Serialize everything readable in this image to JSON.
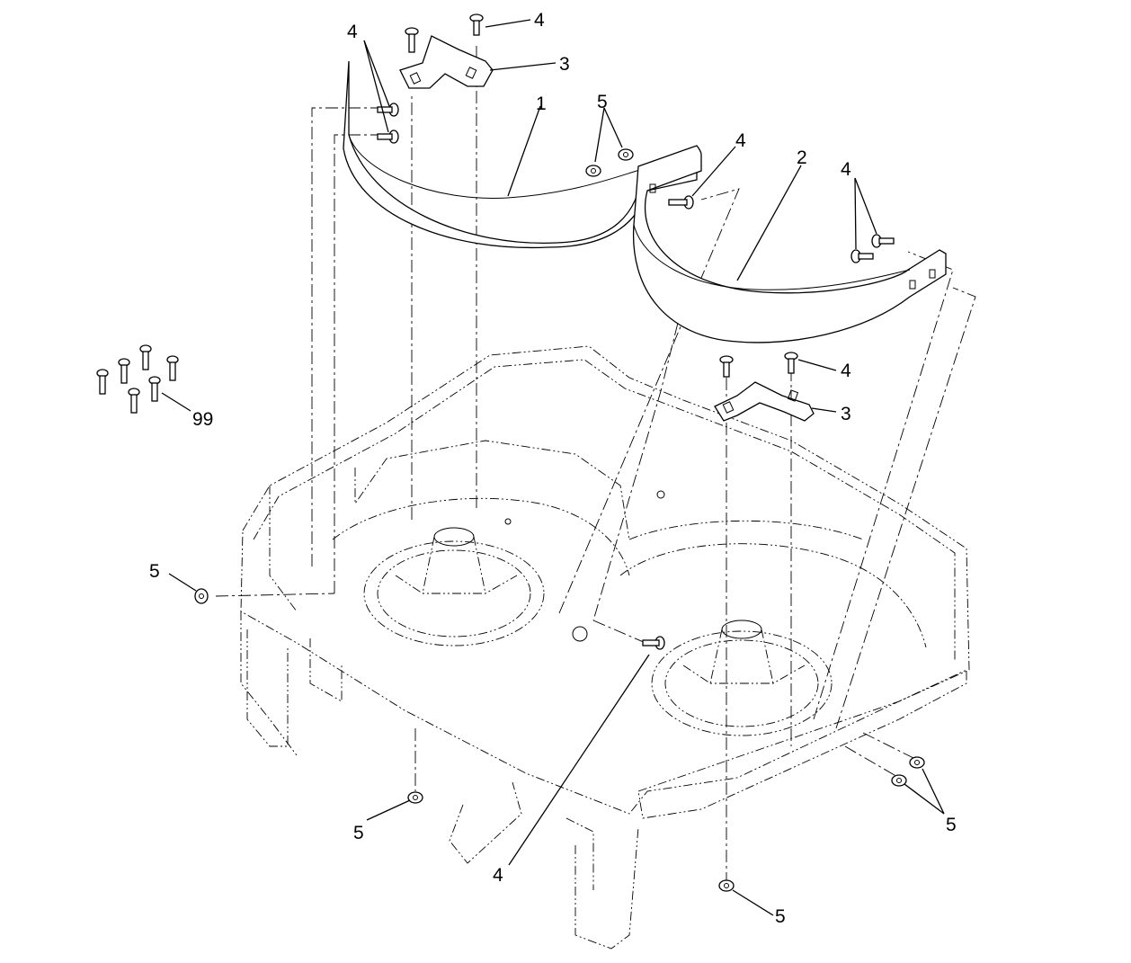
{
  "diagram": {
    "callouts": [
      {
        "id": "c1",
        "label": "1"
      },
      {
        "id": "c2",
        "label": "2"
      },
      {
        "id": "c3a",
        "label": "3"
      },
      {
        "id": "c3b",
        "label": "3"
      },
      {
        "id": "c4a",
        "label": "4"
      },
      {
        "id": "c4b",
        "label": "4"
      },
      {
        "id": "c4c",
        "label": "4"
      },
      {
        "id": "c4d",
        "label": "4"
      },
      {
        "id": "c4e",
        "label": "4"
      },
      {
        "id": "c4f",
        "label": "4"
      },
      {
        "id": "c5a",
        "label": "5"
      },
      {
        "id": "c5b",
        "label": "5"
      },
      {
        "id": "c5c",
        "label": "5"
      },
      {
        "id": "c5d",
        "label": "5"
      },
      {
        "id": "c5e",
        "label": "5"
      },
      {
        "id": "c99",
        "label": "99"
      }
    ]
  }
}
